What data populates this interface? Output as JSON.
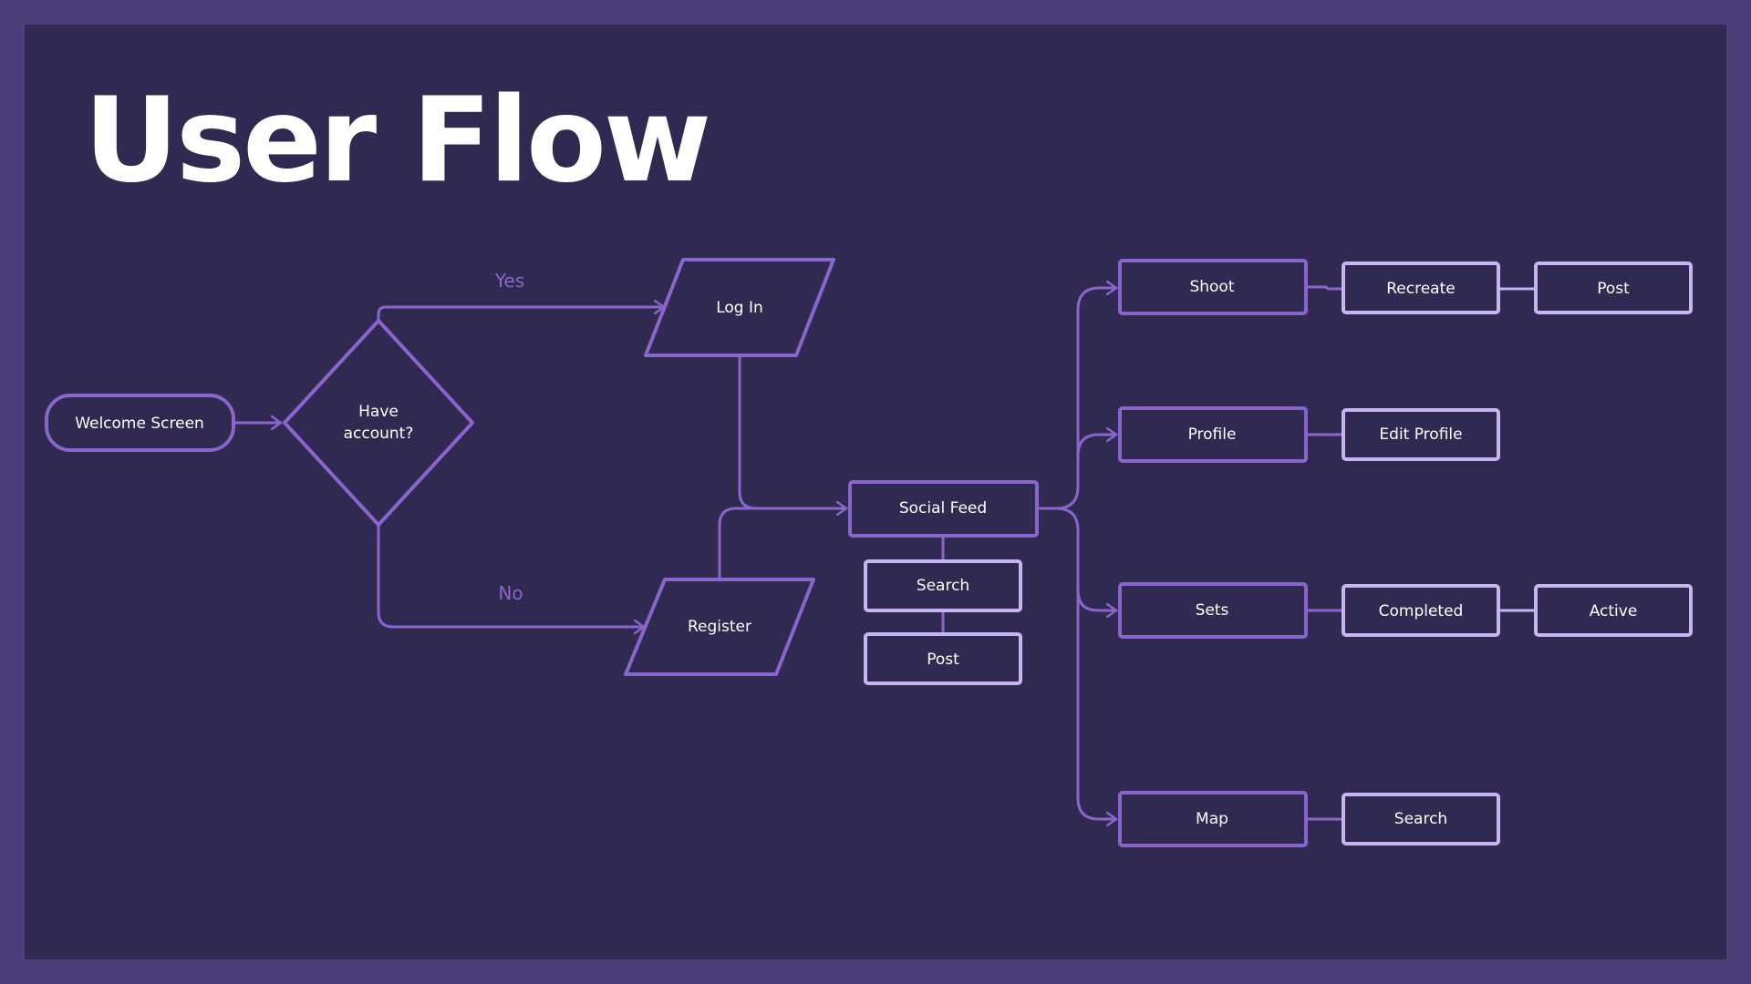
{
  "title": "User Flow",
  "colors": {
    "outer_border": "#4d3d79",
    "background": "#302951",
    "primary_stroke": "#8a66cc",
    "secondary_stroke": "#c7b6f2",
    "text": "#ffffff"
  },
  "nodes": {
    "welcome": {
      "label": "Welcome Screen"
    },
    "decision": {
      "label_line1": "Have",
      "label_line2": "account?"
    },
    "login": {
      "label": "Log In"
    },
    "register": {
      "label": "Register"
    },
    "social_feed": {
      "label": "Social Feed"
    },
    "feed_search": {
      "label": "Search"
    },
    "feed_post": {
      "label": "Post"
    },
    "shoot": {
      "label": "Shoot"
    },
    "recreate": {
      "label": "Recreate"
    },
    "shoot_post": {
      "label": "Post"
    },
    "profile": {
      "label": "Profile"
    },
    "edit_profile": {
      "label": "Edit Profile"
    },
    "sets": {
      "label": "Sets"
    },
    "completed": {
      "label": "Completed"
    },
    "active": {
      "label": "Active"
    },
    "map": {
      "label": "Map"
    },
    "map_search": {
      "label": "Search"
    }
  },
  "edge_labels": {
    "yes": "Yes",
    "no": "No"
  }
}
